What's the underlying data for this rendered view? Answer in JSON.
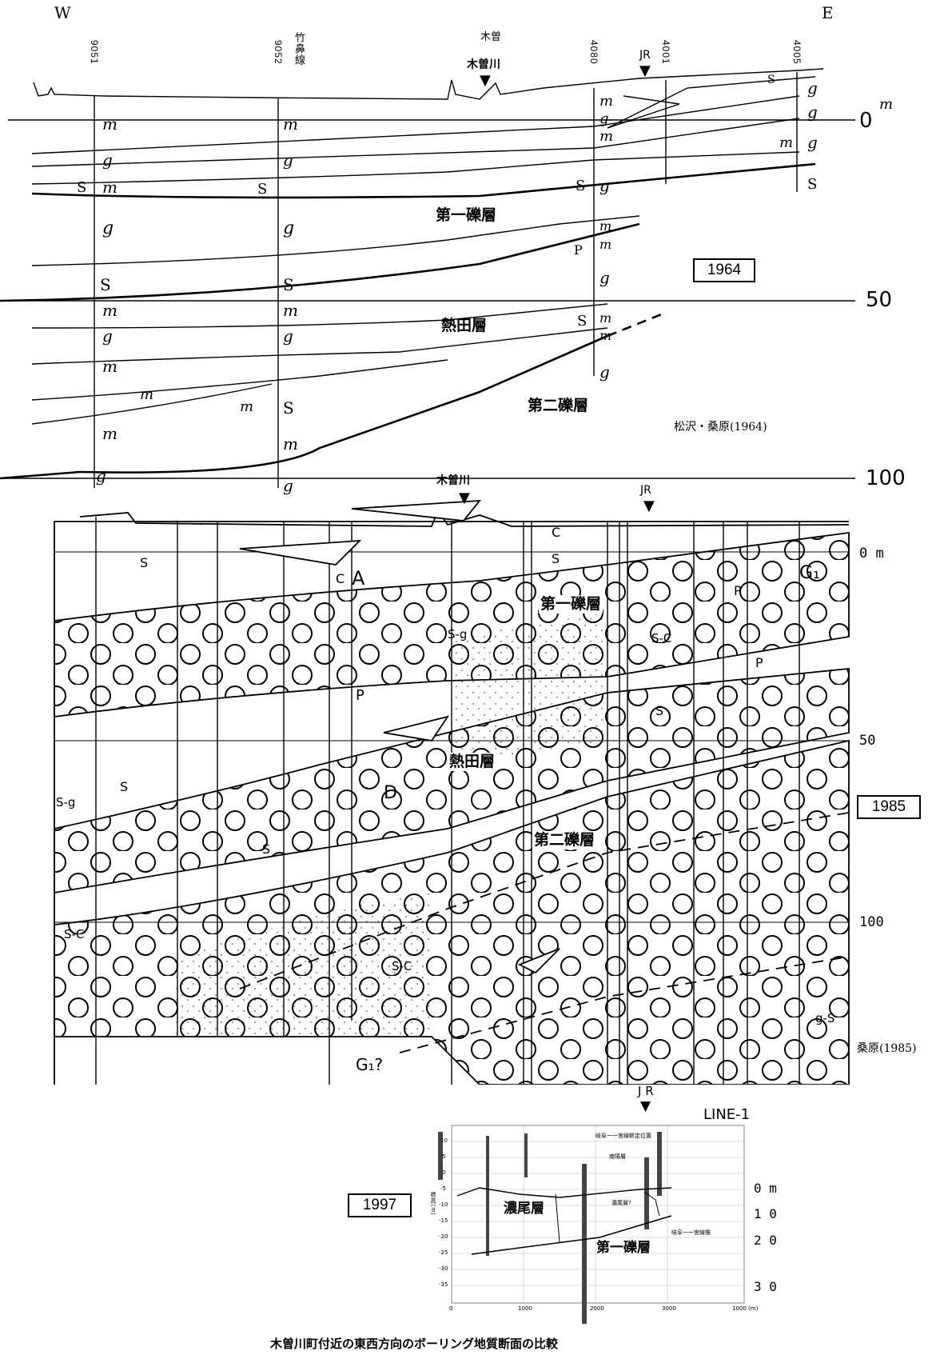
{
  "panel_1964": {
    "compass_west": "W",
    "compass_east": "E",
    "boreholes": [
      "9051",
      "9052",
      "4080",
      "4001",
      "4005"
    ],
    "line_label": "竹鼻線",
    "river_top": "木曽",
    "river": "木曽川",
    "rail": "JR",
    "depth_labels": [
      "0",
      "m",
      "50",
      "100"
    ],
    "units": {
      "first_gravel": "第一礫層",
      "atsuta": "熱田層",
      "second_gravel": "第二礫層"
    },
    "year_badge": "1964",
    "source": "松沢・桑原(1964)",
    "litho": {
      "m": "m",
      "g": "g",
      "s": "S",
      "p": "P"
    }
  },
  "panel_1985": {
    "river": "木曽川",
    "rail": "JR",
    "depth_labels": [
      "0 m",
      "50",
      "100"
    ],
    "units": {
      "first_gravel": "第一礫層",
      "atsuta": "熱田層",
      "second_gravel": "第二礫層"
    },
    "year_badge": "1985",
    "source": "桑原(1985)",
    "litho": {
      "s": "S",
      "c": "C",
      "a": "A",
      "p": "P",
      "sg": "S-g",
      "sc": "S-C",
      "gs": "g-S",
      "g1": "G₁",
      "g1q": "G₁?",
      "d": "D"
    }
  },
  "panel_1997": {
    "rail": "J R",
    "line": "LINE-1",
    "year_badge": "1997",
    "depth_labels": [
      "0 m",
      "1 0",
      "2 0",
      "3 0"
    ],
    "units": {
      "nobi": "濃尾層",
      "first_gravel": "第一礫層"
    },
    "y_ticks": [
      "10",
      "5",
      "0",
      "-5",
      "-10",
      "-15",
      "-20",
      "-25",
      "-30",
      "-35"
    ],
    "x_ticks": [
      "0",
      "1000",
      "2000",
      "3000",
      "1000 (m)"
    ],
    "annotations": {
      "top": "岐阜ー一宮線断定位置",
      "upper": "南陽層",
      "mid": "濃尾層?",
      "lower": "岐阜ー一宮線推"
    },
    "axis_label": "標高(m)"
  },
  "caption": "木曽川町付近の東西方向のボーリング地質断面の比較"
}
